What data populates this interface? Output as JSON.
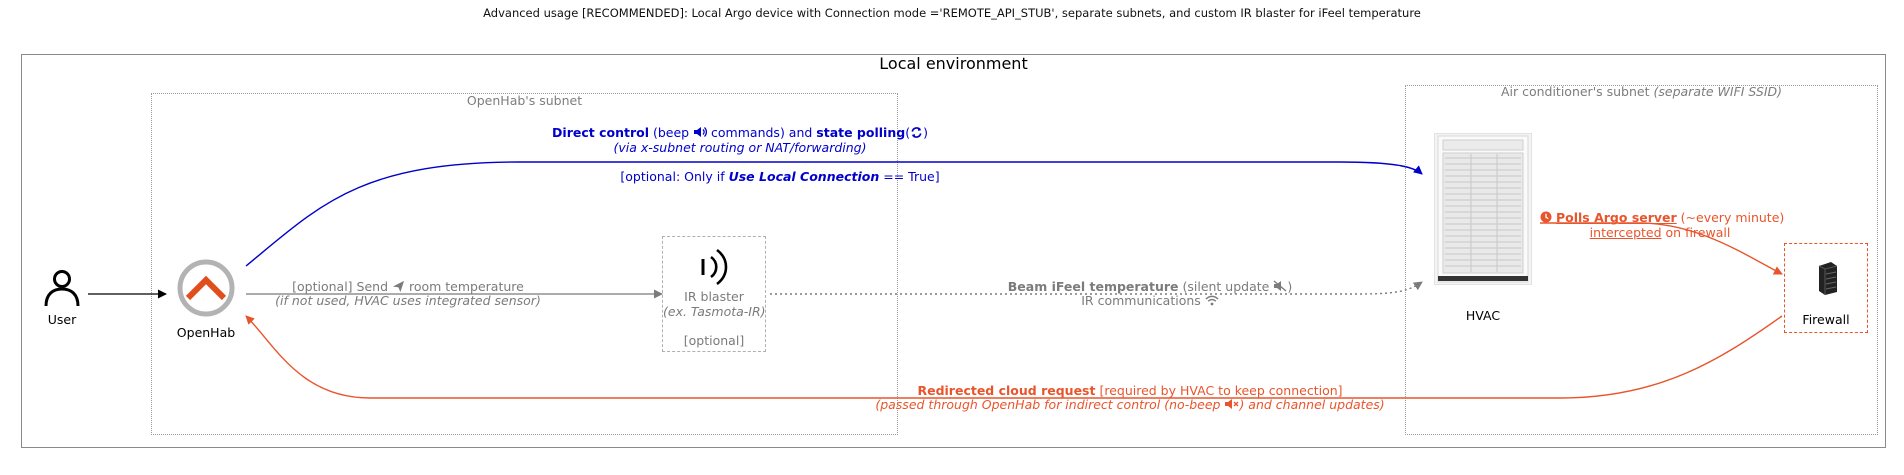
{
  "title": "Advanced usage [RECOMMENDED]: Local Argo device with Connection mode ='REMOTE_API_STUB', separate subnets, and custom IR blaster for iFeel temperature",
  "environment": {
    "title": "Local environment"
  },
  "openhab_subnet": {
    "title": "OpenHab's subnet"
  },
  "ac_subnet": {
    "title": "Air conditioner's subnet",
    "title_note": "(separate WIFI SSID)"
  },
  "nodes": {
    "user": {
      "label": "User",
      "icon": "user-icon"
    },
    "openhab": {
      "label": "OpenHab",
      "icon": "openhab-logo-icon"
    },
    "ir_blaster": {
      "label": "IR blaster",
      "sublabel": "(ex. Tasmota-IR)",
      "note": "[optional]",
      "icon": "ir-waves-icon"
    },
    "hvac": {
      "label": "HVAC",
      "icon": "air-conditioner-icon"
    },
    "firewall": {
      "label": "Firewall",
      "icon": "firewall-icon"
    }
  },
  "edges": {
    "direct_control": {
      "bold1": "Direct control",
      "text1": " (beep ",
      "text2": " commands) and ",
      "bold2": "state polling",
      "text3": "(",
      "text4": ")",
      "line2": "(via x-subnet routing or NAT/forwarding)",
      "line3_pre": "[optional: Only if ",
      "line3_em": "Use Local Connection",
      "line3_post": " == True]"
    },
    "send_temp": {
      "text1": "[optional] Send ",
      "text2": " room temperature",
      "line2": "(if not used, HVAC uses integrated sensor)"
    },
    "beam_ifeel": {
      "bold1": "Beam iFeel temperature",
      "text1": " (silent update ",
      "text2": ")",
      "line2": "IR communications "
    },
    "polls": {
      "bold1": "Polls Argo server",
      "text1": " (~every minute)",
      "line2_u": "intercepted",
      "line2_rest": " on firewall"
    },
    "redirected": {
      "bold1": "Redirected cloud request",
      "text1": " [required by HVAC to keep connection]",
      "line2_pre": "(passed through OpenHab for indirect control (no-beep ",
      "line2_post": ") and channel updates)"
    }
  },
  "colors": {
    "direct_control": "#0000cc",
    "cloud": "#e8552c",
    "ir": "#7b7b7b",
    "openhab_ring": "#b3b3b3",
    "openhab_roof": "#e24d1d"
  }
}
